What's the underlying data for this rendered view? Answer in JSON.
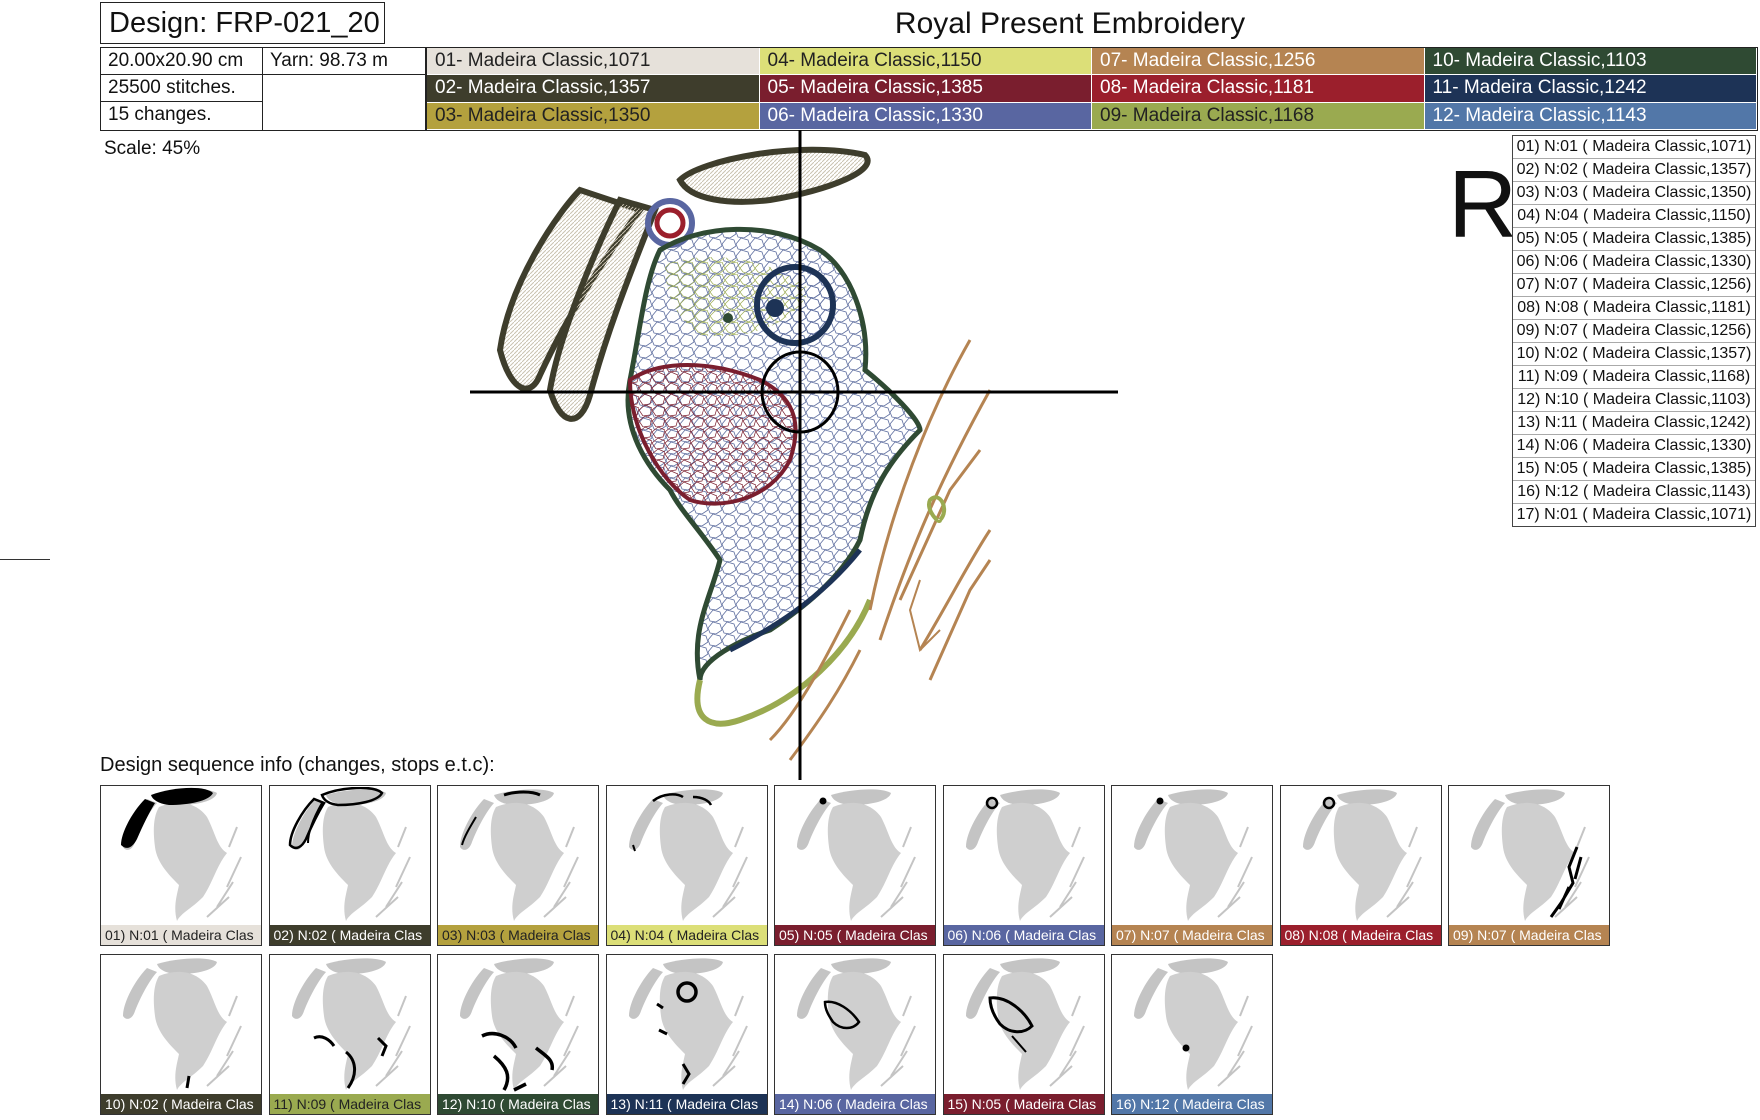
{
  "header": {
    "design_label": "Design: FRP-021_20",
    "brand": "Royal Present Embroidery"
  },
  "info": {
    "size": "20.00x20.90 cm",
    "yarn": "Yarn: 98.73 m",
    "stitches": "25500 stitches.",
    "changes": "15 changes."
  },
  "palette": [
    {
      "label": "01- Madeira Classic,1071",
      "color": "#e6e1da",
      "text": "#222222"
    },
    {
      "label": "04- Madeira Classic,1150",
      "color": "#dcdf78",
      "text": "#222222"
    },
    {
      "label": "07- Madeira Classic,1256",
      "color": "#b58452",
      "text": "#ffffff"
    },
    {
      "label": "10- Madeira Classic,1103",
      "color": "#2f4a33",
      "text": "#ffffff"
    },
    {
      "label": "02- Madeira Classic,1357",
      "color": "#3e3d2c",
      "text": "#ffffff"
    },
    {
      "label": "05- Madeira Classic,1385",
      "color": "#7a1e2e",
      "text": "#ffffff"
    },
    {
      "label": "08- Madeira Classic,1181",
      "color": "#9b1f2c",
      "text": "#ffffff"
    },
    {
      "label": "11- Madeira Classic,1242",
      "color": "#1d3356",
      "text": "#ffffff"
    },
    {
      "label": "03- Madeira Classic,1350",
      "color": "#b4a13e",
      "text": "#222222"
    },
    {
      "label": "06- Madeira Classic,1330",
      "color": "#5966a1",
      "text": "#ffffff"
    },
    {
      "label": "09- Madeira Classic,1168",
      "color": "#9aaa50",
      "text": "#222222"
    },
    {
      "label": "12- Madeira Classic,1143",
      "color": "#5277a8",
      "text": "#ffffff"
    }
  ],
  "scale": "Scale: 45%",
  "big_letter": "R",
  "sequence_list": [
    "01) N:01 ( Madeira Classic,1071)",
    "02) N:02 ( Madeira Classic,1357)",
    "03) N:03 ( Madeira Classic,1350)",
    "04) N:04 ( Madeira Classic,1150)",
    "05) N:05 ( Madeira Classic,1385)",
    "06) N:06 ( Madeira Classic,1330)",
    "07) N:07 ( Madeira Classic,1256)",
    "08) N:08 ( Madeira Classic,1181)",
    "09) N:07 ( Madeira Classic,1256)",
    "10) N:02 ( Madeira Classic,1357)",
    "11) N:09 ( Madeira Classic,1168)",
    "12) N:10 ( Madeira Classic,1103)",
    "13) N:11 ( Madeira Classic,1242)",
    "14) N:06 ( Madeira Classic,1330)",
    "15) N:05 ( Madeira Classic,1385)",
    "16) N:12 ( Madeira Classic,1143)",
    "17) N:01 ( Madeira Classic,1071)"
  ],
  "sequence_title": "Design sequence info (changes, stops e.t.c):",
  "thumbnails": [
    {
      "label": "01) N:01 ( Madeira Clas",
      "color": "#e6e1da",
      "text": "#222222",
      "highlight": "ears-fill"
    },
    {
      "label": "02) N:02 ( Madeira Clas",
      "color": "#3e3d2c",
      "text": "#ffffff",
      "highlight": "ears-outline"
    },
    {
      "label": "03) N:03 ( Madeira Clas",
      "color": "#b4a13e",
      "text": "#222222",
      "highlight": "ear-detail"
    },
    {
      "label": "04) N:04 ( Madeira Clas",
      "color": "#dcdf78",
      "text": "#222222",
      "highlight": "head-dots"
    },
    {
      "label": "05) N:05 ( Madeira Clas",
      "color": "#7a1e2e",
      "text": "#ffffff",
      "highlight": "small-dot"
    },
    {
      "label": "06) N:06 ( Madeira Clas",
      "color": "#5966a1",
      "text": "#ffffff",
      "highlight": "flower-ring"
    },
    {
      "label": "07) N:07 ( Madeira Clas",
      "color": "#b58452",
      "text": "#ffffff",
      "highlight": "small-dot"
    },
    {
      "label": "08) N:08 ( Madeira Clas",
      "color": "#9b1f2c",
      "text": "#ffffff",
      "highlight": "flower-ring"
    },
    {
      "label": "09) N:07 ( Madeira Clas",
      "color": "#b58452",
      "text": "#ffffff",
      "highlight": "tree-lines"
    },
    {
      "label": "10) N:02 ( Madeira Clas",
      "color": "#3e3d2c",
      "text": "#ffffff",
      "highlight": "small-stroke"
    },
    {
      "label": "11) N:09 ( Madeira Clas",
      "color": "#9aaa50",
      "text": "#222222",
      "highlight": "body-outline"
    },
    {
      "label": "12) N:10 ( Madeira Clas",
      "color": "#2f4a33",
      "text": "#ffffff",
      "highlight": "body-outline-heavy"
    },
    {
      "label": "13) N:11 ( Madeira Clas",
      "color": "#1d3356",
      "text": "#ffffff",
      "highlight": "eye-and-mouth"
    },
    {
      "label": "14) N:06 ( Madeira Clas",
      "color": "#5966a1",
      "text": "#ffffff",
      "highlight": "mouth"
    },
    {
      "label": "15) N:05 ( Madeira Clas",
      "color": "#7a1e2e",
      "text": "#ffffff",
      "highlight": "mouth-outline"
    },
    {
      "label": "16) N:12 ( Madeira Clas",
      "color": "#5277a8",
      "text": "#ffffff",
      "highlight": "small-dot-low"
    }
  ]
}
